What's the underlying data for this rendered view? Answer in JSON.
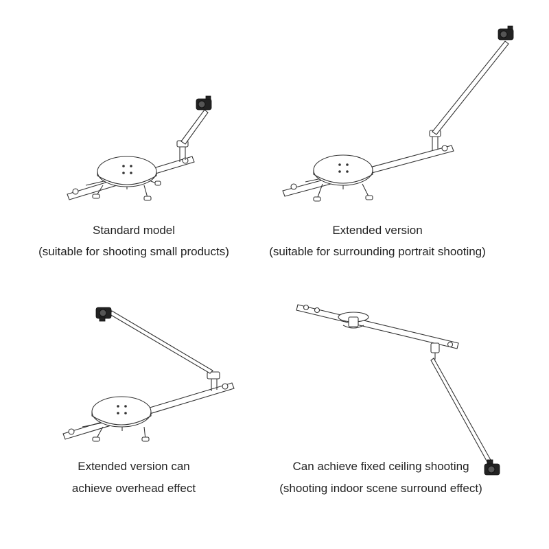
{
  "panels": [
    {
      "caption_line1": "Standard model",
      "caption_line2": "(suitable for shooting small products)"
    },
    {
      "caption_line1": "Extended version",
      "caption_line2": "(suitable for surrounding portrait shooting)"
    },
    {
      "caption_line1": "Extended version can",
      "caption_line2": "achieve overhead effect"
    },
    {
      "caption_line1": "Can achieve fixed ceiling shooting",
      "caption_line2": "(shooting indoor scene surround effect)"
    }
  ],
  "icons": {
    "camera": "camera-icon",
    "turntable": "turntable-illustration"
  },
  "colors": {
    "line": "#333333",
    "background": "#ffffff"
  }
}
